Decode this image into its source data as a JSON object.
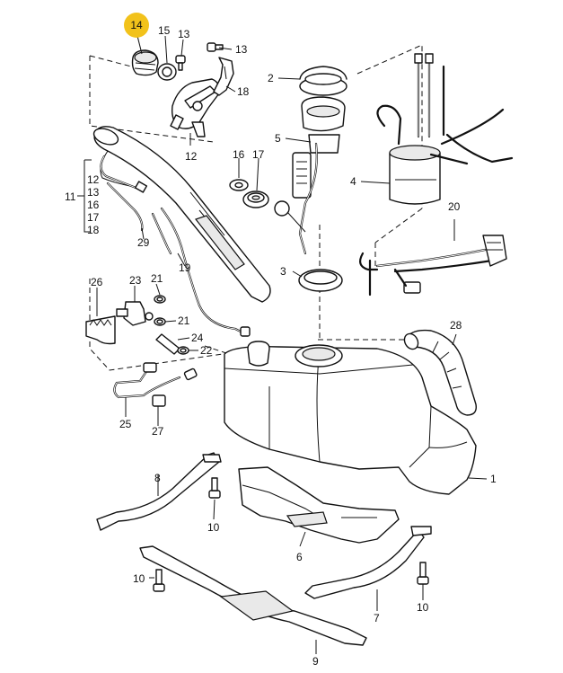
{
  "highlight": {
    "label": "14",
    "color": "#f2c21b"
  },
  "callouts": {
    "c1": "1",
    "c2": "2",
    "c3": "3",
    "c4": "4",
    "c5": "5",
    "c6": "6",
    "c7": "7",
    "c8": "8",
    "c9": "9",
    "c10a": "10",
    "c10b": "10",
    "c10c": "10",
    "c11": "11",
    "c12": "12",
    "c13a": "13",
    "c13b": "13",
    "c15": "15",
    "c16": "16",
    "c17": "17",
    "c18": "18",
    "c19": "19",
    "c20": "20",
    "c21a": "21",
    "c21b": "21",
    "c22": "22",
    "c23": "23",
    "c24": "24",
    "c25": "25",
    "c26": "26",
    "c27": "27",
    "c28": "28",
    "c29": "29"
  },
  "group_11_list": [
    "12",
    "13",
    "16",
    "17",
    "18"
  ]
}
